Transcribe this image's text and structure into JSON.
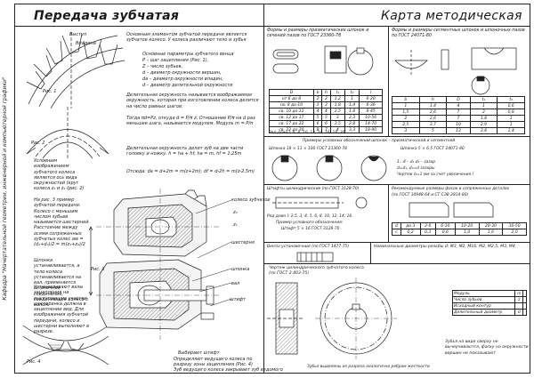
{
  "header": {
    "title_left": "Передача зубчатая",
    "title_right": "Карта методическая"
  },
  "side_caption": "Кафедра \"Начертательной геометрии, инженерной и компьютерной графики\"",
  "left_col": {
    "fig1_label": "Рис. 1",
    "fig2_label": "Рис. 2",
    "fig4_label": "Рис. 4",
    "label_top": "Выступ",
    "label_right": "Впадина",
    "para1": "Условным изображением зубчатого колеса является ось вида окружностей (круг колеса z₁ и z₂ (рис. 2)",
    "para2": "На рис. 3 пример зубчатой передачи. Колесо с меньшим числом зубьев называется шестерней. Расстояние между осями сопряженных зубчатых колес aw = (d₁+d₂)/2 = m(z₁+z₂)/2",
    "para3": "Шпонка устанавливается, а тело колеса устанавливается на вал, применяется шпоночное соединение, соединяющее колесо с валом.",
    "para4": "Устанавливают валы зацепления на выступающие участки, шестеренка должна в зацеплении вид. Для изображения зубчатой передачи, колесо и шестерни выполняют в разрезе."
  },
  "mid_col": {
    "intro": "Основным элементом зубчатой передачи является зубчатое колесо. У колеса различают тело и зубья",
    "params_head": "Основные параметры зубчатого венца",
    "params": [
      "P – шаг зацепления (Рис. 1),",
      "Z – число зубьев,",
      "d – диаметр окружности вершин,",
      "da – диаметр окружности впадин,",
      "d – диаметр делительной окружности"
    ],
    "pitch_para": "Делительная окружность называется воображаемая окружность, которая при изготовлении колеса делится на число равных шагов:",
    "formula_text": "Тогда πd=Pz, откуда d = P/π z. Отношение P/π на d раз меньшее шага, называется модулем. Модуль m = P/π",
    "example_text": "Делительная окружность делит зуб на две части головку и ножку. h = ha + hf, ha = m, hf = 1,25m",
    "example_formula": "Отсюда: da = d+2m = m(z+2m); df = d-2h = m(z-2,5m)",
    "callouts": [
      "колесо зубчатое",
      "шестерня",
      "шпонка",
      "вал",
      "штифт"
    ],
    "callout_left": "Рис. 3",
    "bottom_labels": [
      "Выбирают штифт",
      "Определяют ведущего колеса по разрезу зоны зацепления (Рис. 4)",
      "Зуб ведущего колеса закрывает зуб ведомого"
    ],
    "z_label": "z₁",
    "z2_label": "z₂"
  },
  "right_top_left": {
    "title": "Формы и размеры призматических шпонок и сечений пазов по ГОСТ 23360-78",
    "headers": [
      "D",
      "b",
      "h",
      "t₁",
      "t₂",
      "l"
    ],
    "rows": [
      [
        "от 6 до 8",
        "2",
        "2",
        "1,2",
        "1",
        "6-20"
      ],
      [
        "св. 8 до 10",
        "3",
        "3",
        "1,8",
        "1,4",
        "6-36"
      ],
      [
        "св. 10 до 12",
        "4",
        "4",
        "2,5",
        "1,8",
        "8-45"
      ],
      [
        "св. 12 до 17",
        "5",
        "5",
        "3",
        "2,3",
        "10-56"
      ],
      [
        "св. 17 до 22",
        "6",
        "6",
        "3,5",
        "2,8",
        "14-70"
      ],
      [
        "св. 22 до 30",
        "8",
        "7",
        "4",
        "3,3",
        "18-90"
      ]
    ],
    "series": "Ряд длин l: 6, 8, 10, 12, 14, 16, 18, 20, ...",
    "example": "Шпонка 18 × 11 × 100 ГОСТ 23360-78"
  },
  "right_top_right": {
    "title": "Формы и размеры сегментных шпонок и шпоночных пазов по ГОСТ 24071-80",
    "headers": [
      "b",
      "h",
      "D",
      "t₁",
      "t₂"
    ],
    "rows": [
      [
        "1",
        "1,4",
        "4",
        "1",
        "0,6"
      ],
      [
        "1,5",
        "2,6",
        "7",
        "2",
        "0,8"
      ],
      [
        "2",
        "2,6",
        "7",
        "1,8",
        "1"
      ],
      [
        "2,5",
        "3,7",
        "10",
        "2,9",
        "1"
      ],
      [
        "3",
        "5",
        "13",
        "3,8",
        "1,4"
      ]
    ],
    "example": "Шпонка 5 × 6,5 ГОСТ 24071-80"
  },
  "right_mid": {
    "legend_title": "Примеры условных обозначений шпонок – призматической и сегментной",
    "legend_left": "Шпонка 18 × 11 × 100 ГОСТ 23360-78",
    "legend_right": "Шпонка 5 × 6,5 ГОСТ 24071-80",
    "legend_notes": [
      "1...4 – d₁ d₂ – зазор",
      "d=d₁, d₂=d зазоры",
      "Чертеж b=1 мм за счет увеличения l"
    ],
    "pins_title": "Штифты цилиндрические (по ГОСТ 3128-70)",
    "pins_series": "Ряд длин l: 2,5, 3, 4, 5, 6, 8, 10, 12, 14, 16.",
    "pins_example_head": "Пример условного обозначения:",
    "pins_example": "Штифт 5 × 16 ГОСТ 3128-70",
    "chamfer_title": "Рекомендуемые размеры фасок в сопряженных деталях",
    "chamfer_subtitle": "(по ГОСТ 10948-64 и СТ СЭВ 2814-80)",
    "chamfer_headers": [
      "d",
      "до 3",
      "3-6",
      "6-10",
      "10-20",
      "20-30",
      "30-50"
    ],
    "chamfer_row": [
      "c",
      "0,2",
      "0,3",
      "0,6",
      "1,0",
      "1,6",
      "2,0"
    ]
  },
  "right_bottom": {
    "screws_title": "Винты установочные (по ГОСТ 1477-75)",
    "threads_title": "Номинальные диаметры резьбы d: М3, М2, М16, М2, М2,5, М3, М4.",
    "drawing_title": "Чертеж цилиндрического зубчатого колеса (по ГОСТ 2.403-75)",
    "table_rows": [
      [
        "Модуль",
        "m",
        ""
      ],
      [
        "Число зубьев",
        "z",
        ""
      ],
      [
        "Исходный контур",
        "",
        ""
      ],
      [
        "Делительный диаметр",
        "d",
        ""
      ]
    ],
    "note1": "Зубья на виде сверху не вычерчиваются, фаску на окружности вершин не показывают",
    "note2": "Зубья выделены из разреза аналогично ребрам жесткости"
  }
}
